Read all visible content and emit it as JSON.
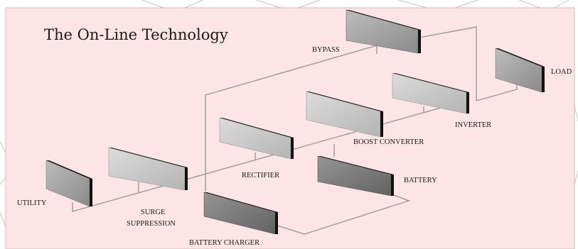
{
  "diagram": {
    "title": "The On-Line Technology",
    "components": {
      "utility": "UTILITY",
      "surge_1": "SURGE",
      "surge_2": "SUPPRESSION",
      "battery_charger": "BATTERY CHARGER",
      "rectifier": "RECTIFIER",
      "battery": "BATTERY",
      "boost_converter": "BOOST CONVERTER",
      "inverter": "INVERTER",
      "bypass": "BYPASS",
      "load": "LOAD"
    },
    "colors": {
      "background": "#fce4e7",
      "light_box": "#c9c9c9",
      "medium_box": "#a3a3a3",
      "dark_box": "#777777",
      "wire": "#9a9a9a"
    }
  }
}
